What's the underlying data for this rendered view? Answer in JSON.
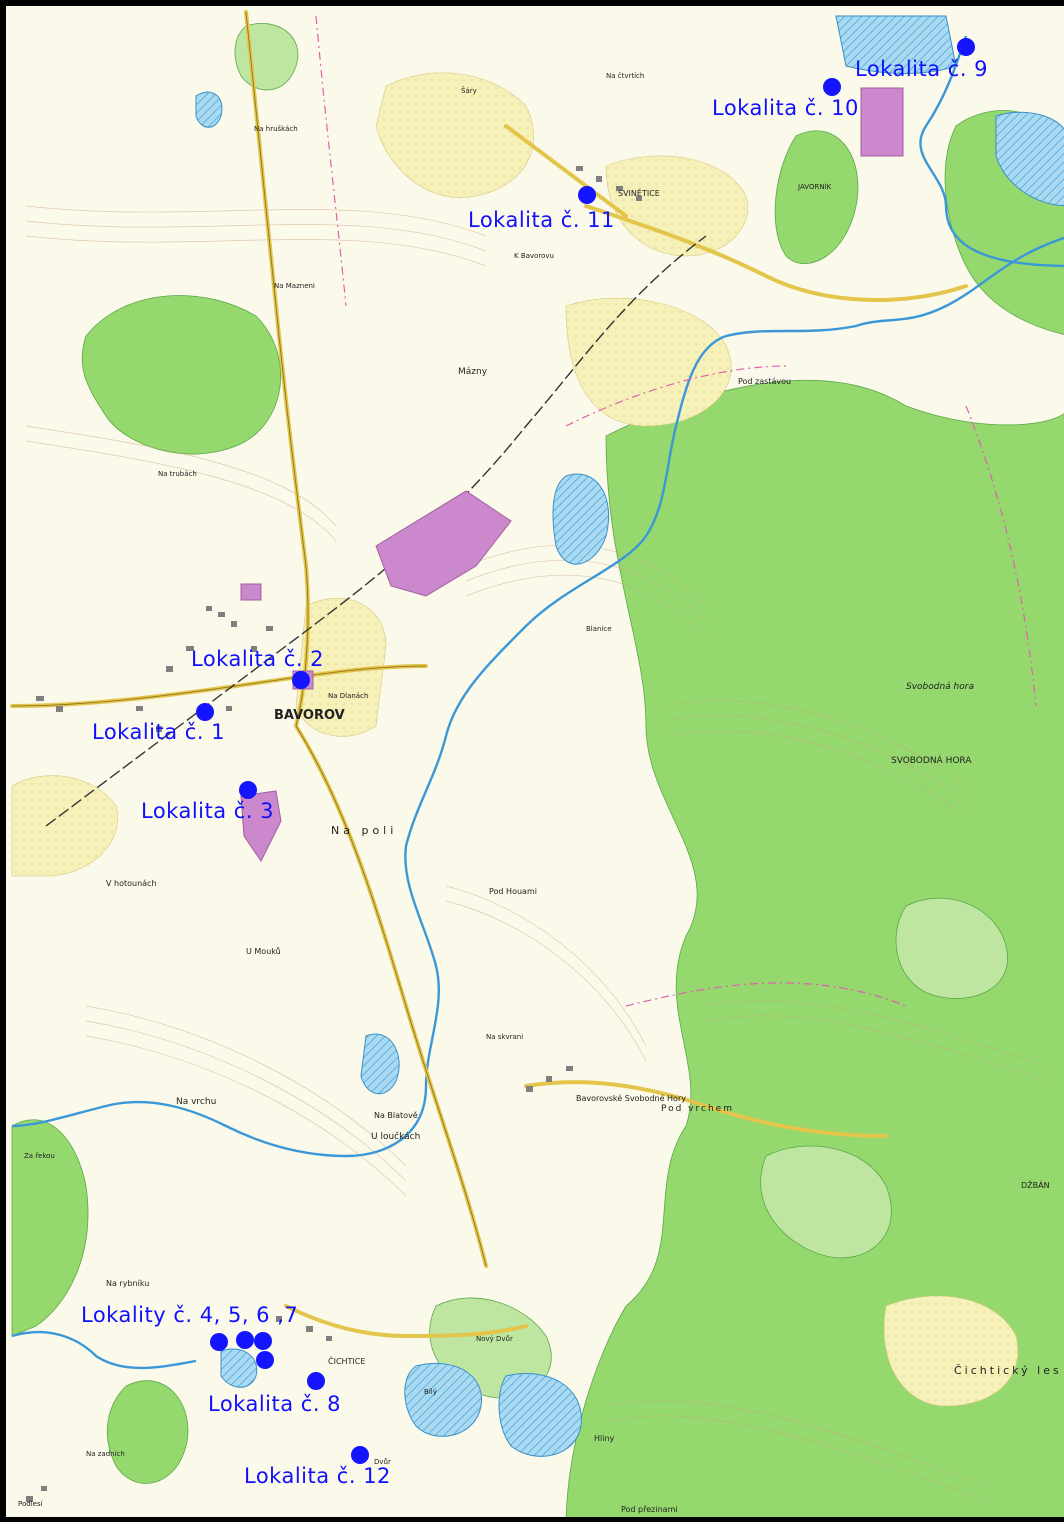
{
  "map": {
    "annotations": [
      "Lokalita č. 9",
      "Lokalita č. 10",
      "Lokalita č. 11",
      "Lokalita č. 2",
      "Lokalita č. 1",
      "Lokalita č. 3",
      "Lokality č. 4, 5, 6 ,7",
      "Lokalita č. 8",
      "Lokalita č. 12"
    ],
    "place_names": {
      "bavorov": "BAVOROV",
      "svinetice": "SVINĚTICE",
      "svobodna_hora": "SVOBODNÁ HORA",
      "svobodna_hora_hill": "Svobodná hora",
      "cichtice": "ČICHTICE",
      "dzban": "DŽBÁN",
      "cichticky_les": "Čichtický les",
      "bavorovske_hory": "Bavorovské Svobodné Hory",
      "na_poli": "Na poli",
      "mazny": "Mázny",
      "javornik": "JAVORNÍK",
      "pod_houami": "Pod Houami",
      "na_rybniku": "Na rybníku",
      "u_mouku": "U Mouků",
      "na_vrchu": "Na vrchu",
      "u_louckach": "U loučkách",
      "na_blatove": "Na Blatově",
      "pod_vrcham": "Pod vrchem",
      "za_rekou": "Za řekou",
      "na_dlanach": "Na Dlanách",
      "pod_zastavou": "Pod zastávou",
      "na_trubach": "Na trubách",
      "na_maneni": "Na Mazneni",
      "na_ctvrtich": "Na čtvrtích",
      "na_hruskach": "Na hruškách",
      "hliny": "Hliny",
      "sary": "Šáry",
      "pod_prezinami": "Pod přezinami",
      "blanice": "Blanice",
      "na_skvrani": "Na skvrani",
      "v_hotounach": "V hotounách",
      "pod_kosem": "K Bavorovu",
      "rybnik": "Bílý",
      "dvur": "Dvůr",
      "novy_dvur": "Nový Dvůr",
      "na_zadnich": "Na zadních",
      "podlesi": "Podlesí"
    },
    "colors": {
      "paper": "#fbf9ea",
      "forest": "#95d86e",
      "forest_light": "#bfe6a0",
      "field": "#f6f0b9",
      "water": "#5ab6e6",
      "water_fill": "#a9daf2",
      "industrial": "#cc88cc",
      "road": "#e2c54a",
      "contour": "#c9a27a",
      "annotation": "#1010ff"
    }
  }
}
